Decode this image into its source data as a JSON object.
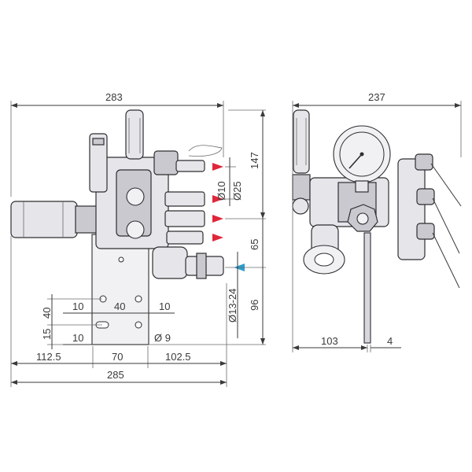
{
  "dimensions": {
    "left_width_top": "283",
    "right_width_top": "237",
    "height_147": "147",
    "dia_10": "Ø10",
    "dia_25": "Ø25",
    "dist_65": "65",
    "dist_96": "96",
    "dia_13_24": "Ø13-24",
    "hole_dia_9": "Ø 9",
    "plate_40_h": "40",
    "plate_15": "15",
    "plate_10_a": "10",
    "plate_40_w": "40",
    "plate_10_b": "10",
    "plate_10_c": "10",
    "bottom_112_5": "112.5",
    "bottom_70": "70",
    "bottom_102_5": "102.5",
    "bottom_285": "285",
    "right_103": "103",
    "right_4": "4"
  },
  "colors": {
    "outlet_arrow": "#e0263a",
    "inlet_arrow": "#2a9fd0"
  }
}
